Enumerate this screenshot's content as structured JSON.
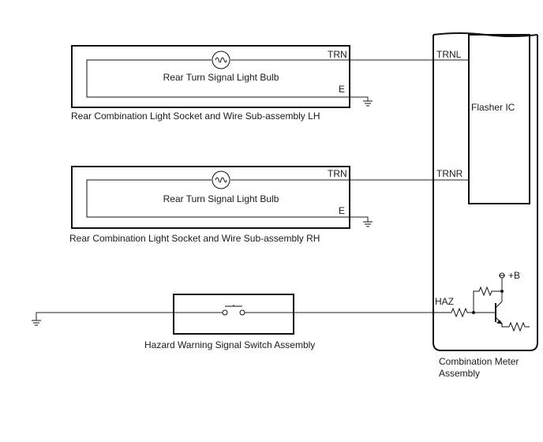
{
  "lh_assembly": {
    "caption": "Rear Combination Light Socket and Wire Sub-assembly LH",
    "bulb_label": "Rear Turn Signal Light Bulb",
    "pin_trn": "TRN",
    "pin_e": "E"
  },
  "rh_assembly": {
    "caption": "Rear Combination Light Socket and Wire Sub-assembly RH",
    "bulb_label": "Rear Turn Signal Light Bulb",
    "pin_trn": "TRN",
    "pin_e": "E"
  },
  "hazard_switch": {
    "caption": "Hazard Warning Signal Switch Assembly"
  },
  "combination_meter": {
    "caption_line1": "Combination Meter",
    "caption_line2": "Assembly",
    "flasher_label": "Flasher IC",
    "pin_trnl": "TRNL",
    "pin_trnr": "TRNR",
    "pin_haz": "HAZ",
    "supply_label": "+B"
  }
}
